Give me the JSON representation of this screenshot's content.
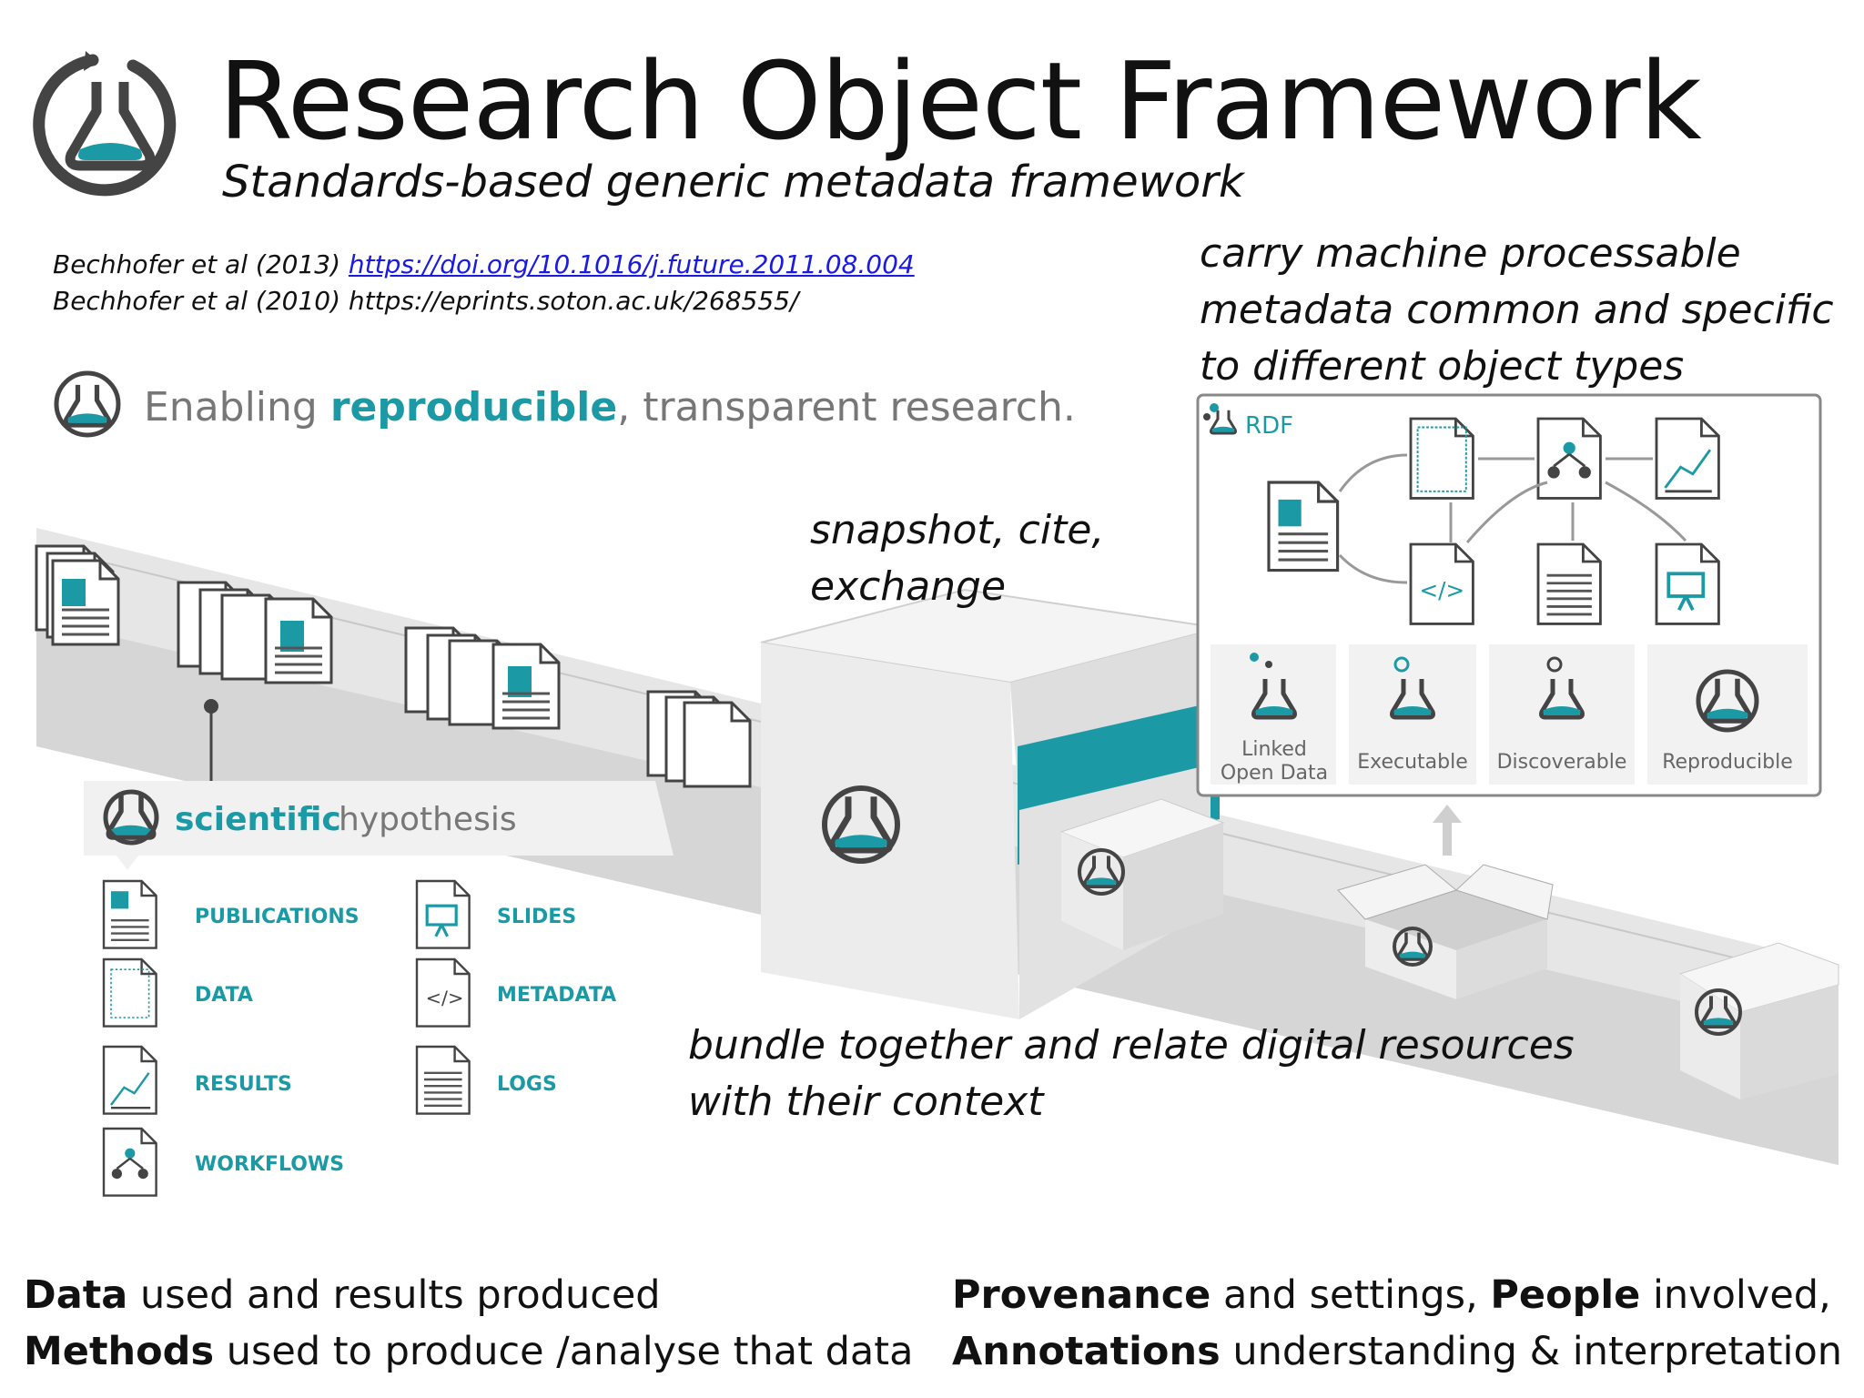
{
  "slide": {
    "title": "Research Object Framework",
    "subtitle": "Standards-based generic  metadata framework"
  },
  "references": [
    {
      "prefix": "Bechhofer et al (2013) ",
      "link": "https://doi.org/10.1016/j.future.2011.08.004"
    },
    {
      "prefix": "Bechhofer et al (2010) ",
      "link": "https://eprints.soton.ac.uk/268555/"
    }
  ],
  "illustration": {
    "banner": {
      "part1": "Enabling ",
      "highlight": "reproducible",
      "part2": ", transparent research."
    },
    "hypothesis": {
      "bold": "scientific",
      "light": "hypothesis"
    },
    "resources": [
      "PUBLICATIONS",
      "SLIDES",
      "DATA",
      "METADATA",
      "RESULTS",
      "LOGS",
      "WORKFLOWS"
    ],
    "rdf_label": "RDF",
    "properties": [
      "Linked",
      "Open Data",
      "Executable",
      "Discoverable",
      "Reproducible"
    ],
    "code_glyph": "</>"
  },
  "annotations": {
    "carry": [
      "carry machine processable",
      "metadata common and specific",
      "to  different object types"
    ],
    "snapshot": [
      "snapshot, cite,",
      "exchange"
    ],
    "bundle": [
      "bundle together and relate digital resources",
      "with their context"
    ]
  },
  "bottom": {
    "left1_bold": "Data",
    "left1_rest": " used and results produced",
    "left2_bold": "Methods",
    "left2_rest": " used to produce /analyse that data",
    "right1_bold_a": "Provenance",
    "right1_mid": " and settings, ",
    "right1_bold_b": "People",
    "right1_rest": " involved,",
    "right2_bold": "Annotations",
    "right2_rest": "  understanding & interpretation"
  },
  "colors": {
    "teal": "#1b9aa6",
    "dark": "#444444",
    "grey": "#d9d9d9"
  }
}
